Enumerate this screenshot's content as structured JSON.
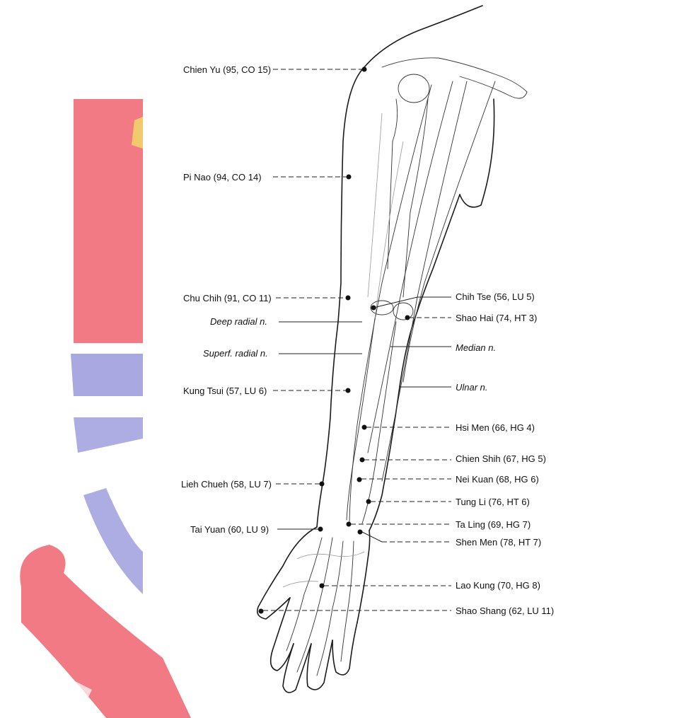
{
  "points_left": [
    {
      "id": "chien-yu",
      "label": "Chien Yu (95, CO 15)"
    },
    {
      "id": "pi-nao",
      "label": "Pi Nao (94, CO 14)"
    },
    {
      "id": "chu-chih",
      "label": "Chu Chih (91, CO 11)"
    },
    {
      "id": "kung-tsui",
      "label": "Kung Tsui (57, LU 6)"
    },
    {
      "id": "lieh-chueh",
      "label": "Lieh Chueh (58, LU 7)"
    },
    {
      "id": "tai-yuan",
      "label": "Tai Yuan (60, LU 9)"
    }
  ],
  "nerves_left": [
    {
      "id": "deep-radial",
      "label": "Deep radial n."
    },
    {
      "id": "superf-radial",
      "label": "Superf. radial n."
    }
  ],
  "points_right": [
    {
      "id": "chih-tse",
      "label": "Chih Tse (56, LU 5)"
    },
    {
      "id": "shao-hai",
      "label": "Shao Hai (74, HT 3)"
    },
    {
      "id": "hsi-men",
      "label": "Hsi Men (66, HG 4)"
    },
    {
      "id": "chien-shih",
      "label": "Chien Shih (67, HG 5)"
    },
    {
      "id": "nei-kuan",
      "label": "Nei Kuan (68, HG 6)"
    },
    {
      "id": "tung-li",
      "label": "Tung Li (76, HT 6)"
    },
    {
      "id": "ta-ling",
      "label": "Ta Ling (69, HG 7)"
    },
    {
      "id": "shen-men",
      "label": "Shen Men (78, HT 7)"
    },
    {
      "id": "lao-kung",
      "label": "Lao Kung (70, HG 8)"
    },
    {
      "id": "shao-shang",
      "label": "Shao Shang (62, LU 11)"
    }
  ],
  "nerves_right": [
    {
      "id": "median",
      "label": "Median n."
    },
    {
      "id": "ulnar",
      "label": "Ulnar n."
    }
  ],
  "background": {
    "seal_red": "#ef6b78",
    "seal_blue": "#8f8ed8"
  }
}
